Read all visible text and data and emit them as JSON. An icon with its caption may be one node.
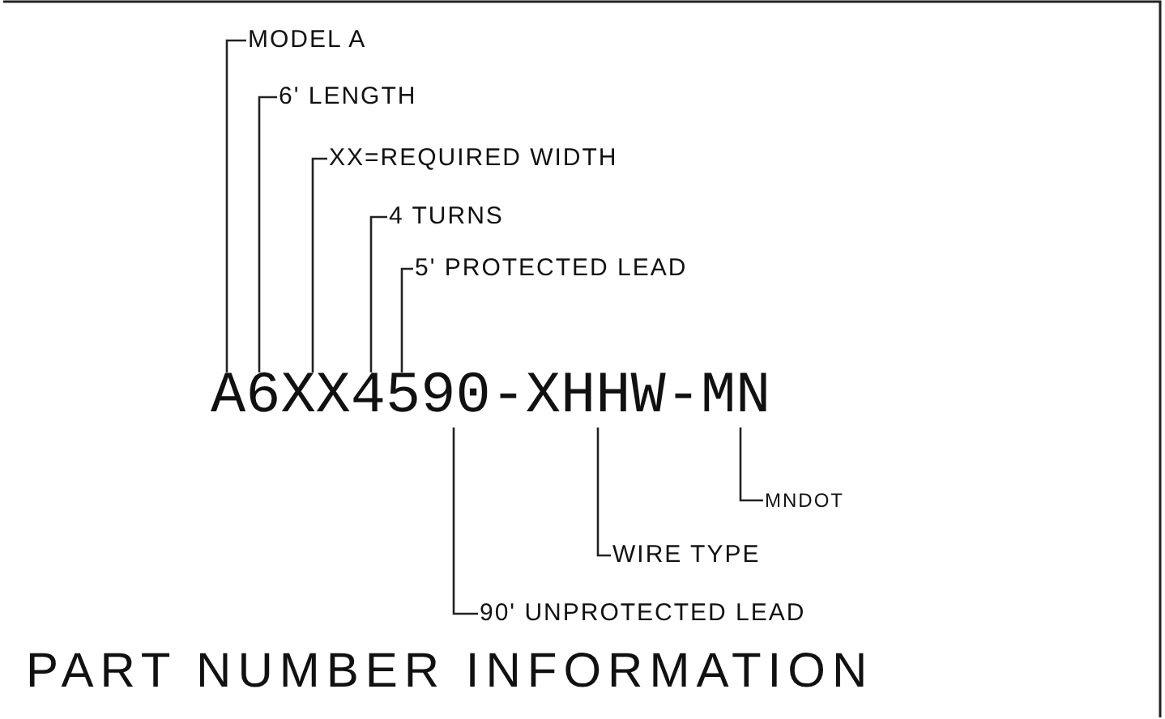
{
  "diagram": {
    "title": "PART NUMBER INFORMATION",
    "nodes": [
      {
        "text": [
          "MODEL A"
        ]
      },
      {
        "text": [
          "6' LENGTH"
        ]
      },
      {
        "text": [
          "XX=REQUIRED WIDTH"
        ]
      },
      {
        "text": [
          "4 TURNS"
        ]
      },
      {
        "text": [
          "5' PROTECTED LEAD"
        ]
      },
      {
        "text": [
          "MNDOT"
        ]
      },
      {
        "text": [
          "WIRE TYPE"
        ]
      },
      {
        "text": [
          "90' UNPROTECTED LEAD"
        ]
      },
      {
        "text": [
          "A6XX4590-XHHW-MN"
        ]
      }
    ],
    "edges": [
      {
        "from": 0,
        "to": 8,
        "arrow": "none"
      },
      {
        "from": 1,
        "to": 8,
        "arrow": "none"
      },
      {
        "from": 2,
        "to": 8,
        "arrow": "none"
      },
      {
        "from": 3,
        "to": 8,
        "arrow": "none"
      },
      {
        "from": 4,
        "to": 8,
        "arrow": "none"
      },
      {
        "from": 5,
        "to": 8,
        "arrow": "none"
      },
      {
        "from": 6,
        "to": 8,
        "arrow": "none"
      },
      {
        "from": 7,
        "to": 8,
        "arrow": "none"
      }
    ]
  }
}
